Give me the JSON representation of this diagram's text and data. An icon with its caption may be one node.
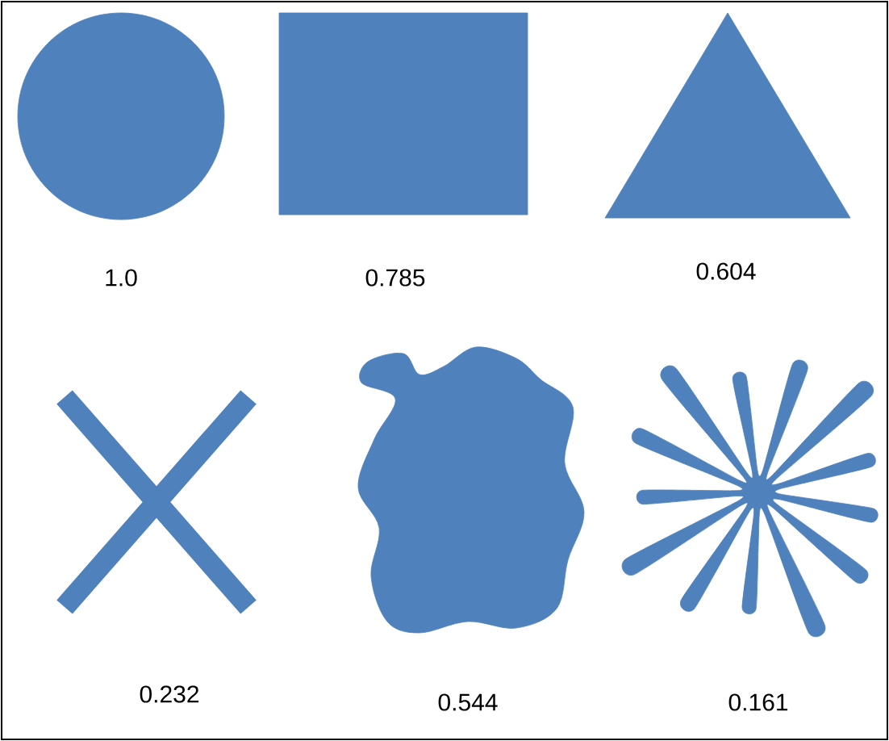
{
  "diagram": {
    "nodes": [
      {
        "text": [],
        "shape": "circle",
        "beside": [
          "1.0"
        ]
      },
      {
        "text": [],
        "shape": "box",
        "beside": [
          "0.785"
        ]
      },
      {
        "text": [],
        "shape": "triangle",
        "beside": [
          "0.604"
        ]
      },
      {
        "text": [],
        "shape": "cross",
        "beside": [
          "0.232"
        ]
      },
      {
        "text": [],
        "shape": "blob",
        "beside": [
          "0.544"
        ]
      },
      {
        "text": [],
        "shape": "splat",
        "beside": [
          "0.161"
        ]
      }
    ]
  }
}
